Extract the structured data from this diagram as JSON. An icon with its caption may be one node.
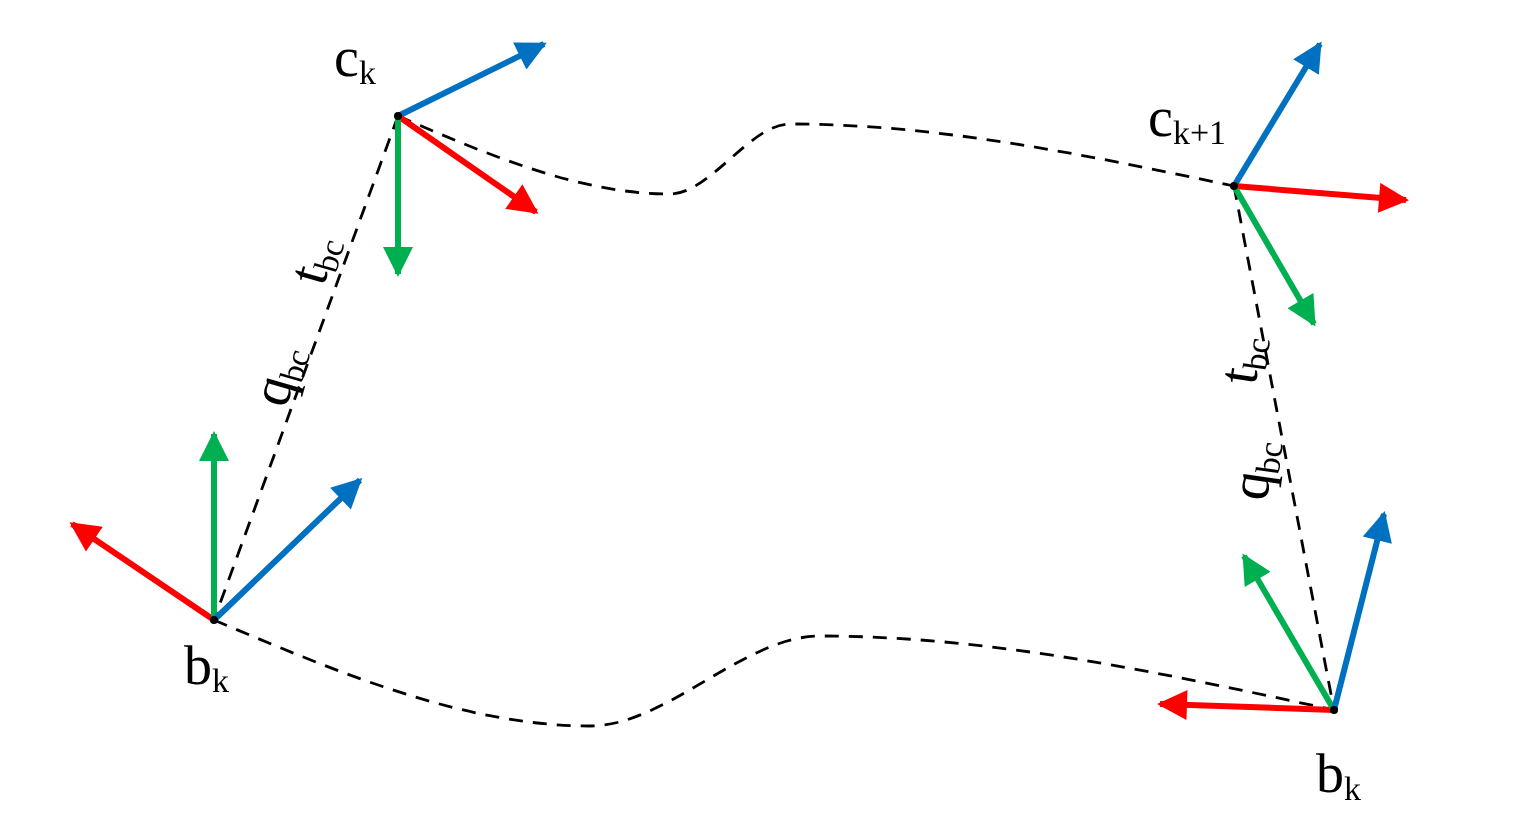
{
  "diagram": {
    "nodes": [
      {
        "text": [],
        "shape": "circle",
        "beside": [
          "c$_{k}$"
        ]
      },
      {
        "text": [],
        "shape": "circle",
        "beside": [
          "c$_{k+1}$"
        ]
      },
      {
        "text": [],
        "shape": "circle",
        "beside": [
          "b$_{k}$"
        ]
      },
      {
        "text": [],
        "shape": "circle",
        "beside": [
          "b$_{k}$"
        ]
      }
    ],
    "edges": [
      {
        "from": 0,
        "to": 1,
        "arrow": "none",
        "style": "dashed"
      },
      {
        "from": 0,
        "to": 2,
        "arrow": "none",
        "style": "dashed"
      },
      {
        "from": 1,
        "to": 3,
        "arrow": "none",
        "style": "dashed"
      },
      {
        "from": 2,
        "to": 3,
        "arrow": "none",
        "style": "dashed"
      }
    ],
    "labels": [
      "t$_{bc}$",
      "q$_{bc}$",
      "t$_{bc}$",
      "q$_{bc}$"
    ]
  }
}
